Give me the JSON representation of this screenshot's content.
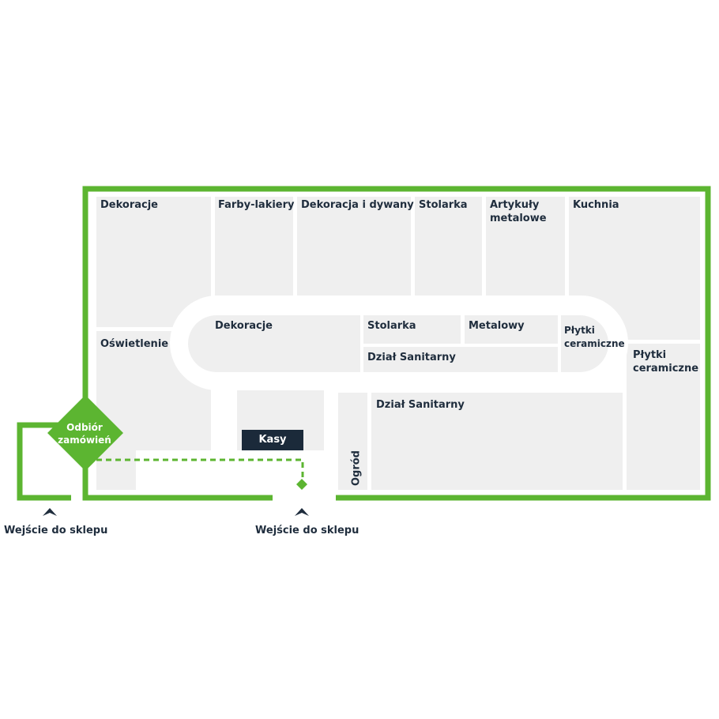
{
  "colors": {
    "wall": "#5cb531",
    "zone": "#efefef",
    "aisle": "#ffffff",
    "text": "#1f2d3d",
    "kasy_bg": "#1b2a3a"
  },
  "departments": {
    "dekoracje_top": "Dekoracje",
    "farby": "Farby-lakiery",
    "dekoracja_dywany": "Dekoracja i dywany",
    "stolarka_top": "Stolarka",
    "artykuly": "Artykuły\nmetalowe",
    "kuchnia": "Kuchnia",
    "oswietlenie": "Oświetlenie",
    "dekoracje_mid": "Dekoracje",
    "stolarka_mid": "Stolarka",
    "metalowy": "Metalowy",
    "plytki_inner": "Płytki\nceramiczne",
    "sanitarny_mid": "Dział Sanitarny",
    "plytki_right": "Płytki\nceramiczne",
    "sanitarny_bottom": "Dział Sanitarny",
    "ogrod": "Ogród"
  },
  "kasy": "Kasy",
  "pickup": "Odbiór\nzamówień",
  "entrances": {
    "left": "Wejście do sklepu",
    "center": "Wejście do sklepu"
  },
  "icons": {
    "entrance": "chevron-up-icon",
    "pickup": "diamond-marker-icon",
    "path_end": "small-diamond-icon"
  }
}
